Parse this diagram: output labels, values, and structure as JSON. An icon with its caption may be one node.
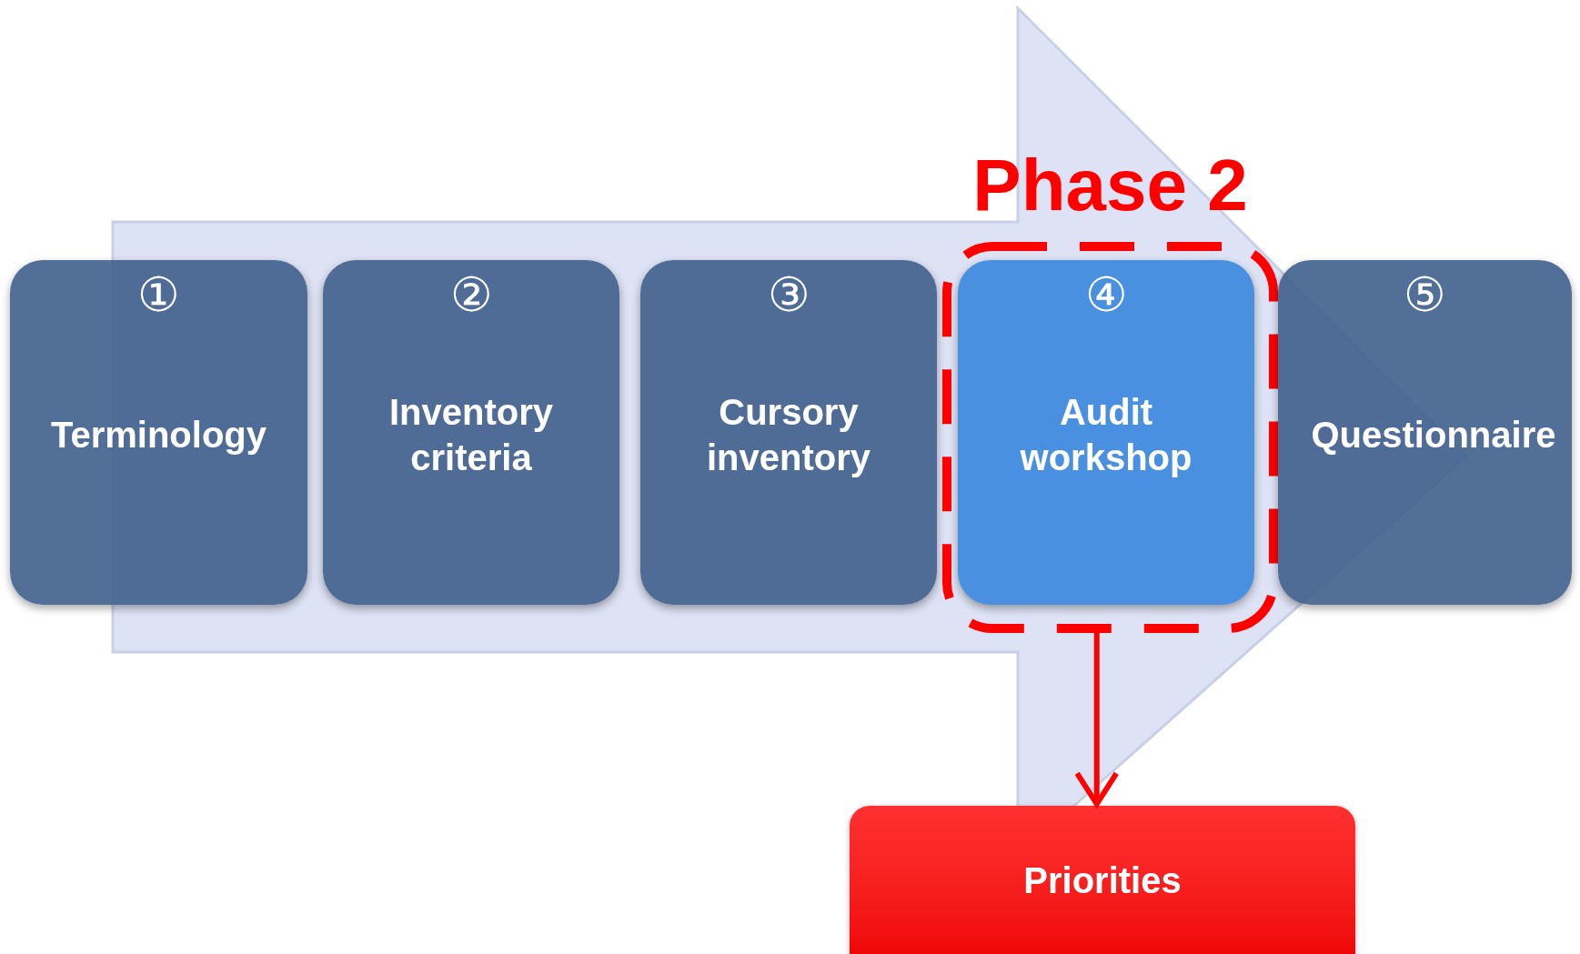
{
  "diagram": {
    "nodes": [
      {
        "text": [
          "①",
          "Terminology"
        ]
      },
      {
        "text": [
          "②",
          "Inventory criteria"
        ]
      },
      {
        "text": [
          "③",
          "Cursory inventory"
        ]
      },
      {
        "text": [
          "Phase 2"
        ]
      },
      {
        "text": [
          "④",
          "Audit workshop"
        ],
        "in": 3
      },
      {
        "text": [
          "⑤",
          "Questionnaire"
        ]
      },
      {
        "text": [
          "Priorities"
        ]
      }
    ],
    "edges": [
      {
        "from": 0,
        "to": 5,
        "arrow": "to",
        "style": "thick",
        "color": "#dde2f4"
      },
      {
        "from": 3,
        "to": 6,
        "arrow": "to",
        "color": "#ff0000"
      }
    ]
  }
}
